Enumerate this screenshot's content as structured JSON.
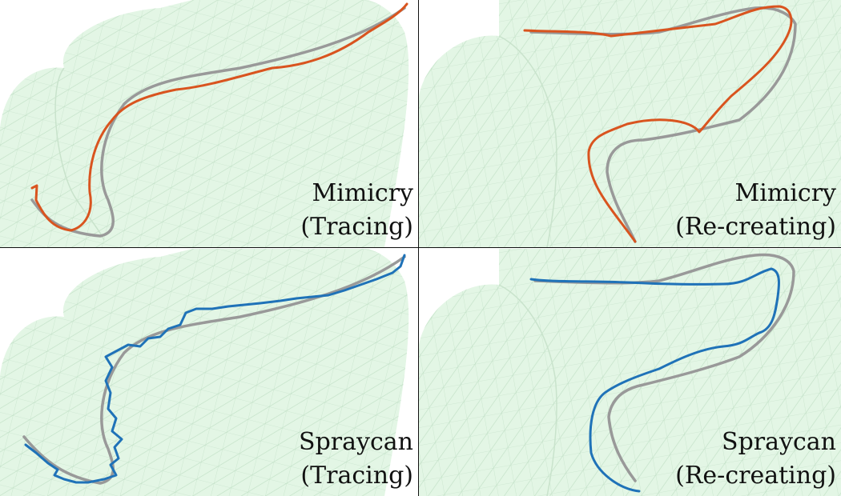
{
  "panels": [
    {
      "id": "tl",
      "method": "Mimicry",
      "task": "(Tracing)",
      "stroke_color": "#d9541f"
    },
    {
      "id": "tr",
      "method": "Mimicry",
      "task": "(Re-creating)",
      "stroke_color": "#d9541f"
    },
    {
      "id": "bl",
      "method": "Spraycan",
      "task": "(Tracing)",
      "stroke_color": "#1f72b8"
    },
    {
      "id": "br",
      "method": "Spraycan",
      "task": "(Re-creating)",
      "stroke_color": "#1f72b8"
    }
  ],
  "colors": {
    "mesh_fill": "#e2f5e4",
    "mesh_line": "#b9d8be",
    "reference_curve": "#999999",
    "mimicry_stroke": "#d9541f",
    "spraycan_stroke": "#1f72b8"
  }
}
